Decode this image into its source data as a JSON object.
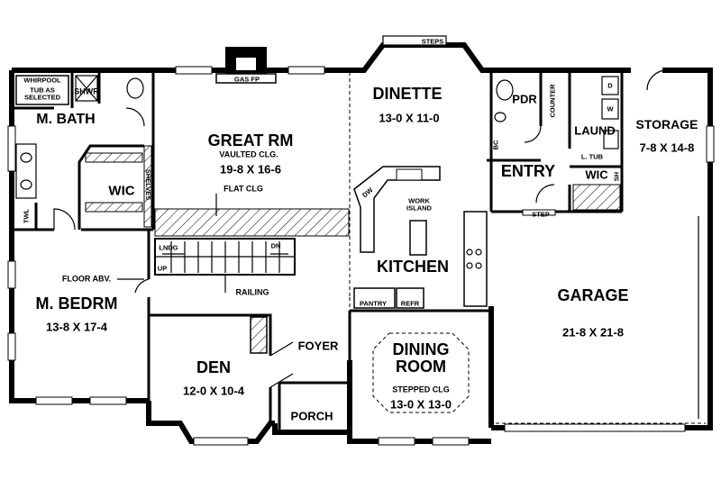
{
  "rooms": {
    "master_bath": "M. BATH",
    "whirlpool": "WHIRPOOL",
    "whirlpool_note": "TUB AS SELECTED",
    "shower": "SHWR",
    "wic_master": "WIC",
    "twl": "TWL",
    "shelves": "SHELVES",
    "great_rm": "GREAT RM",
    "great_rm_ceiling": "VAULTED CLG.",
    "great_rm_dim": "19-8 X 16-6",
    "flat_clg": "FLAT CLG",
    "gas_fp": "GAS FP",
    "dinette": "DINETTE",
    "dinette_dim": "13-0 X 11-0",
    "steps_top": "STEPS",
    "pdr": "PDR",
    "counter": "COUNTER",
    "laund": "LAUND",
    "laund_d": "D",
    "laund_w": "W",
    "l_tub": "L. TUB",
    "bc": "BC",
    "entry": "ENTRY",
    "wic_entry": "WIC",
    "sh": "SH",
    "step": "STEP",
    "storage": "STORAGE",
    "storage_dim": "7-8 X 14-8",
    "dw": "DW",
    "work_island": "WORK ISLAND",
    "kitchen": "KITCHEN",
    "pantry": "PANTRY",
    "refr": "REFR",
    "lndg": "LNDG",
    "up": "UP",
    "dn": "DN",
    "railing": "RAILING",
    "floor_abv": "FLOOR ABV.",
    "master_bedrm": "M. BEDRM",
    "master_bedrm_dim": "13-8 X 17-4",
    "den": "DEN",
    "den_dim": "12-0 X 10-4",
    "foyer": "FOYER",
    "porch": "PORCH",
    "dining_room": "DINING ROOM",
    "dining_ceiling": "STEPPED CLG",
    "dining_dim": "13-0 X 13-0",
    "garage": "GARAGE",
    "garage_dim": "21-8 X 21-8"
  }
}
